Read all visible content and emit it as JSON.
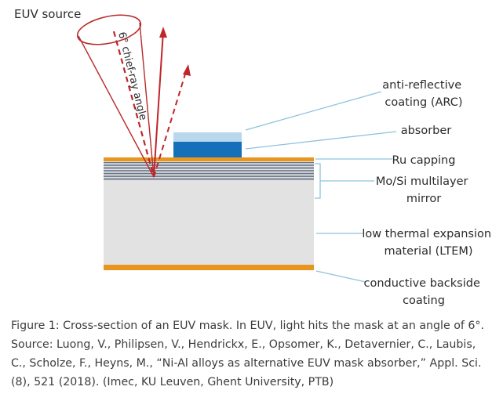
{
  "diagram": {
    "source_label": "EUV source",
    "angle_label": "6° chief-ray angle",
    "labels": {
      "arc": [
        "anti-reflective",
        "coating (ARC)"
      ],
      "absorber": [
        "absorber"
      ],
      "ru": [
        "Ru capping"
      ],
      "mosi": [
        "Mo/Si multilayer",
        "mirror"
      ],
      "ltem": [
        "low thermal expansion",
        "material (LTEM)"
      ],
      "backside": [
        "conductive backside",
        "coating"
      ]
    },
    "colors": {
      "orange": "#e8961e",
      "arc": "#b8d8ee",
      "absorber": "#1670b9",
      "multilayer_stripe": "#6a7484",
      "ltem": "#e2e2e2",
      "ray": "#c0252a",
      "leader": "#8ec3dd",
      "cone": "#b82a2a"
    }
  },
  "caption": {
    "line1": "Figure 1: Cross-section of an EUV mask. In EUV, light hits the mask at an angle of 6°.",
    "line2": "Source: Luong, V., Philipsen, V., Hendrickx, E., Opsomer, K., Detavernier, C., Laubis,",
    "line3": "C., Scholze, F., Heyns, M., “Ni-Al alloys as alternative EUV mask absorber,” Appl. Sci.",
    "line4": "(8), 521 (2018). (Imec, KU Leuven, Ghent University, PTB)"
  }
}
